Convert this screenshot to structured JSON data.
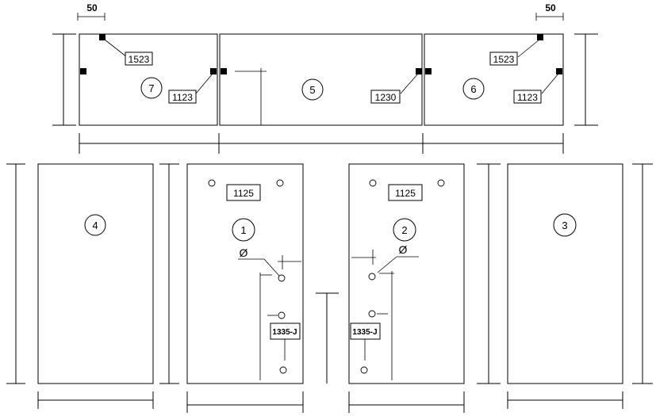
{
  "dimensions": {
    "offset_left": "50",
    "offset_right": "50",
    "diameter_symbol": "Ø"
  },
  "panels": [
    {
      "number": "1",
      "labels": [
        "1125",
        "1335-J"
      ]
    },
    {
      "number": "2",
      "labels": [
        "1125",
        "1335-J"
      ]
    },
    {
      "number": "3",
      "labels": []
    },
    {
      "number": "4",
      "labels": []
    },
    {
      "number": "5",
      "labels": [
        "1230"
      ]
    },
    {
      "number": "6",
      "labels": [
        "1523",
        "1123"
      ]
    },
    {
      "number": "7",
      "labels": [
        "1523",
        "1123"
      ]
    }
  ]
}
